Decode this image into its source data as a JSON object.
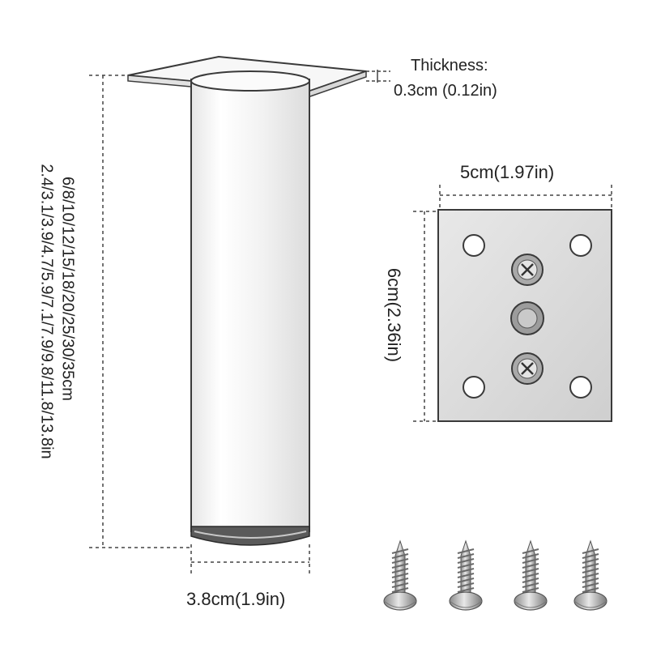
{
  "labels": {
    "thickness_title": "Thickness:",
    "thickness_value": "0.3cm (0.12in)",
    "plate_width": "5cm(1.97in)",
    "plate_height": "6cm(2.36in)",
    "leg_heights_cm": "6/8/10/12/15/18/20/25/30/35cm",
    "leg_heights_in": "2.4/3.1/3.9/4.7/5.9/7.1/7.9/9.8/11.8/13.8in",
    "base_diameter": "3.8cm(1.9in)"
  },
  "colors": {
    "outline": "#3a3a3a",
    "dimension_line": "#444444",
    "leg_body": "#f4f4f4",
    "plate_fill": "#d9d9d9",
    "screw_metal": "#b5b5b5"
  },
  "icons": [
    "plate-hole-icon",
    "screw-head-icon",
    "wood-screw-icon"
  ]
}
